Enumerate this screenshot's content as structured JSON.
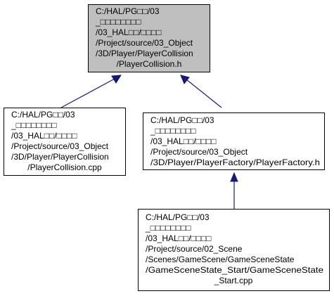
{
  "diagram": {
    "colors": {
      "root_fill": "#bfbfbf",
      "node_fill": "#ffffff",
      "border": "#000000",
      "edge": "#191970"
    },
    "nodes": [
      {
        "id": "player-collision-h",
        "role": "root",
        "lines": [
          "C:/HAL/PG□□/03",
          "_□□□□□□□□",
          "/03_HAL□□/□□□□",
          "/Project/source/03_Object",
          "/3D/Player/PlayerCollision",
          "/PlayerCollision.h"
        ]
      },
      {
        "id": "player-collision-cpp",
        "role": "child",
        "lines": [
          "C:/HAL/PG□□/03",
          "_□□□□□□□□",
          "/03_HAL□□/□□□□",
          "/Project/source/03_Object",
          "/3D/Player/PlayerCollision",
          "/PlayerCollision.cpp"
        ]
      },
      {
        "id": "player-factory-h",
        "role": "child",
        "lines": [
          "C:/HAL/PG□□/03",
          "_□□□□□□□□",
          "/03_HAL□□/□□□□",
          "/Project/source/03_Object",
          "/3D/Player/PlayerFactory/PlayerFactory.h"
        ]
      },
      {
        "id": "game-scene-state-start-cpp",
        "role": "child",
        "lines": [
          "C:/HAL/PG□□/03",
          "_□□□□□□□□",
          "/03_HAL□□/□□□□",
          "/Project/source/02_Scene",
          "/Scenes/GameScene/GameSceneState",
          "/GameSceneState_Start/GameSceneState",
          "_Start.cpp"
        ]
      }
    ],
    "edges": [
      {
        "from": "player-collision-cpp",
        "to": "player-collision-h"
      },
      {
        "from": "player-factory-h",
        "to": "player-collision-h"
      },
      {
        "from": "game-scene-state-start-cpp",
        "to": "player-factory-h"
      }
    ]
  }
}
